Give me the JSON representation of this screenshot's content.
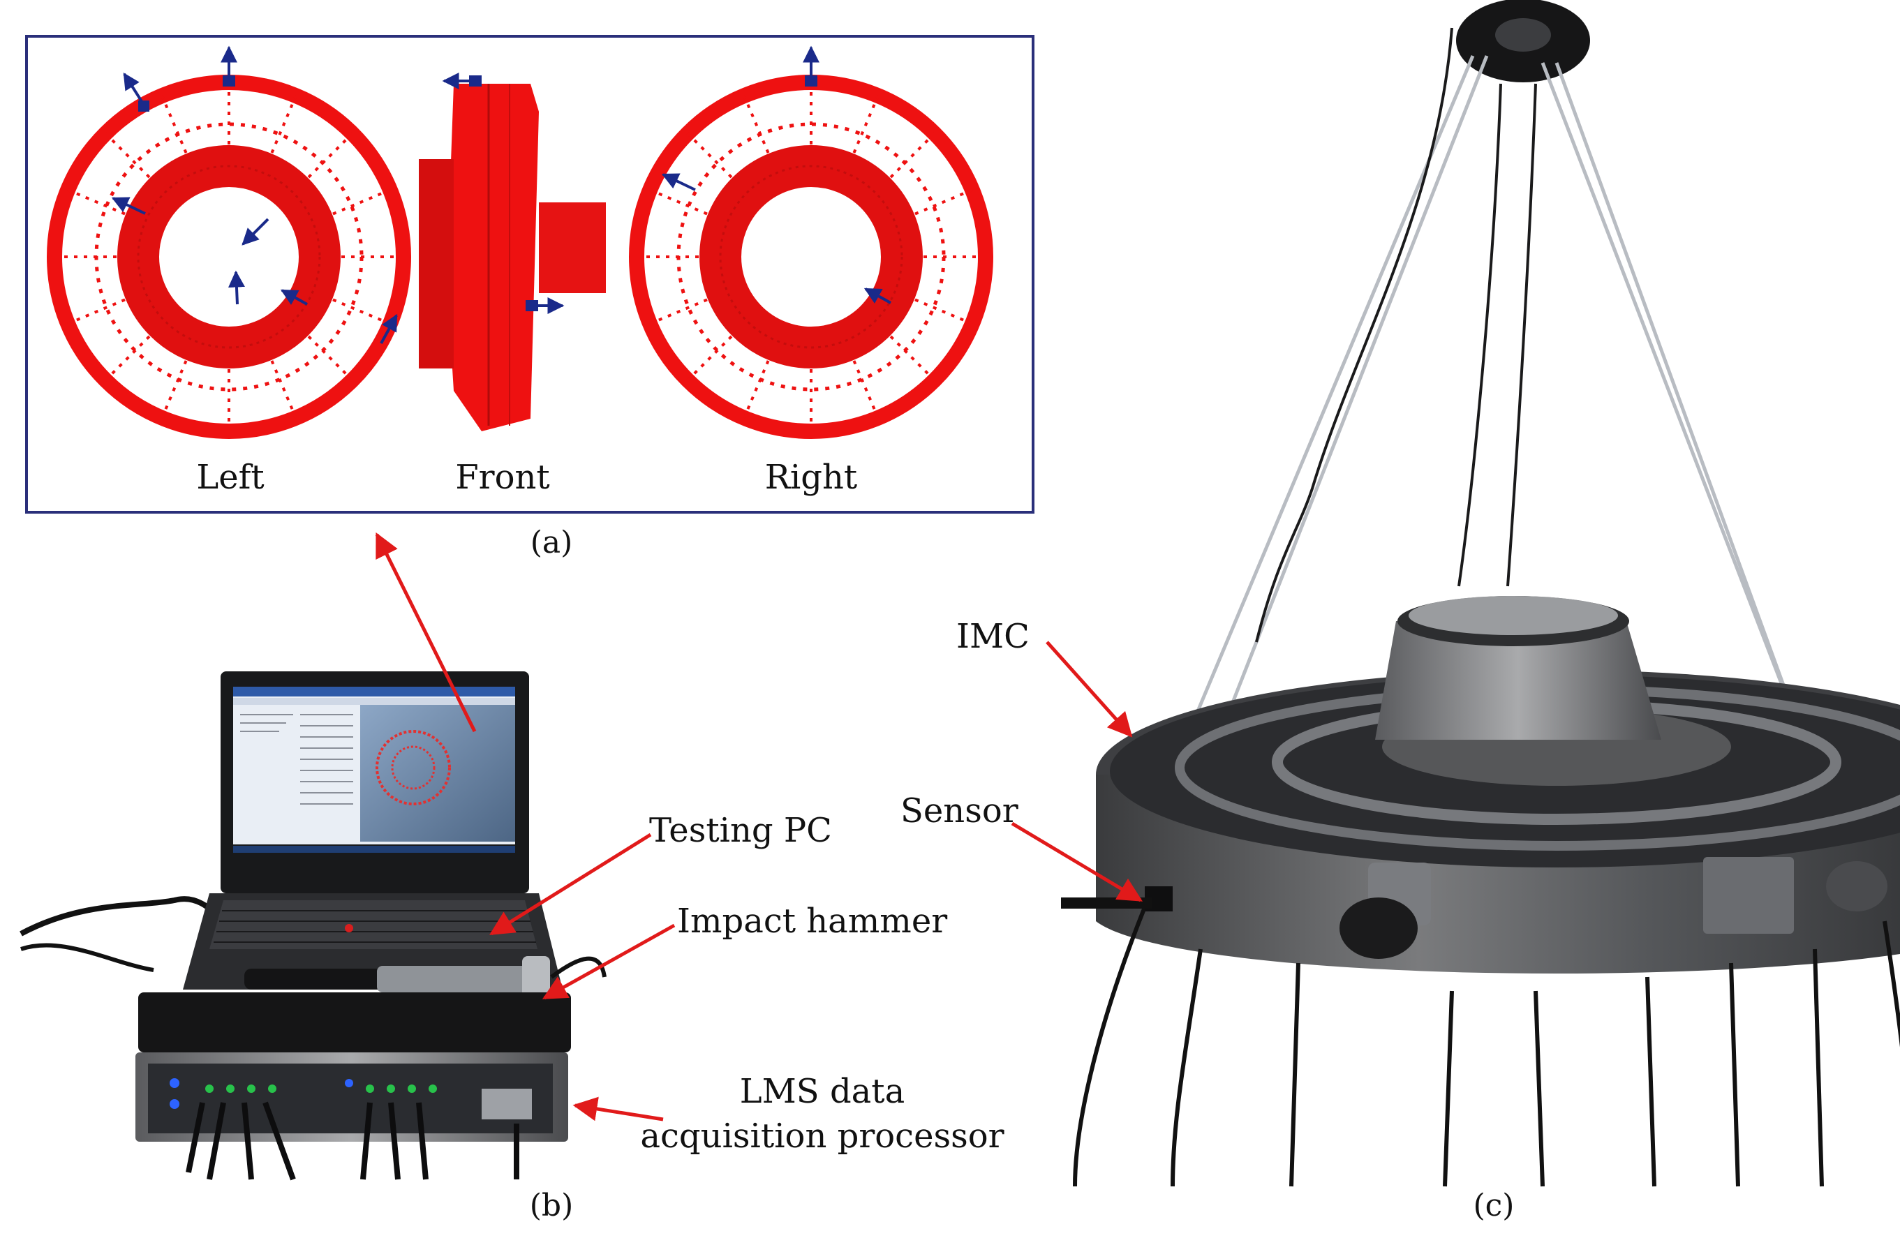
{
  "panel_a": {
    "views": [
      "Left",
      "Front",
      "Right"
    ],
    "caption": "(a)"
  },
  "panel_b": {
    "caption": "(b)",
    "labels": {
      "testing_pc": "Testing PC",
      "impact_hammer": "Impact hammer",
      "lms_line1": "LMS data",
      "lms_line2": "acquisition processor"
    }
  },
  "panel_c": {
    "caption": "(c)",
    "labels": {
      "imc": "IMC",
      "sensor": "Sensor"
    }
  },
  "colors": {
    "mesh_red": "#ee1111",
    "frame_blue": "#2a2f7a",
    "arrow_red": "#e11a1a",
    "sensor_blue": "#1a2a8a"
  }
}
